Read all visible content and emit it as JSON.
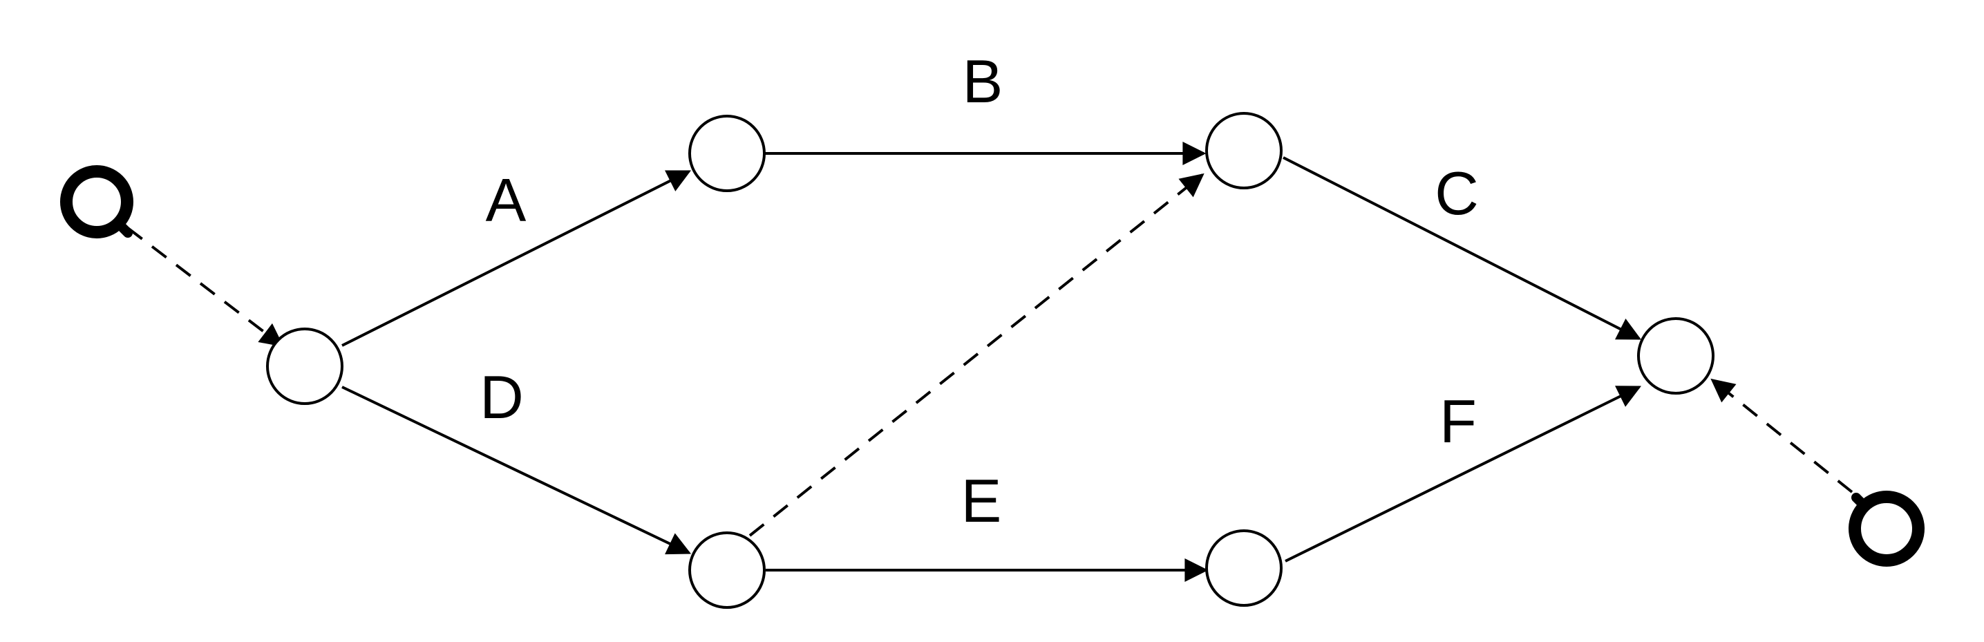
{
  "diagram": {
    "edges": [
      {
        "id": "A",
        "label": "A",
        "style": "solid",
        "from": "n1",
        "to": "n2"
      },
      {
        "id": "B",
        "label": "B",
        "style": "solid",
        "from": "n2",
        "to": "n3"
      },
      {
        "id": "C",
        "label": "C",
        "style": "solid",
        "from": "n3",
        "to": "n6"
      },
      {
        "id": "D",
        "label": "D",
        "style": "solid",
        "from": "n1",
        "to": "n4"
      },
      {
        "id": "E",
        "label": "E",
        "style": "solid",
        "from": "n4",
        "to": "n5"
      },
      {
        "id": "F",
        "label": "F",
        "style": "solid",
        "from": "n5",
        "to": "n6"
      }
    ],
    "dummy_edges": [
      {
        "from": "start",
        "to": "n1",
        "style": "dashed"
      },
      {
        "from": "n4",
        "to": "n3",
        "style": "dashed"
      },
      {
        "from": "end",
        "to": "n6",
        "style": "dashed"
      }
    ]
  }
}
